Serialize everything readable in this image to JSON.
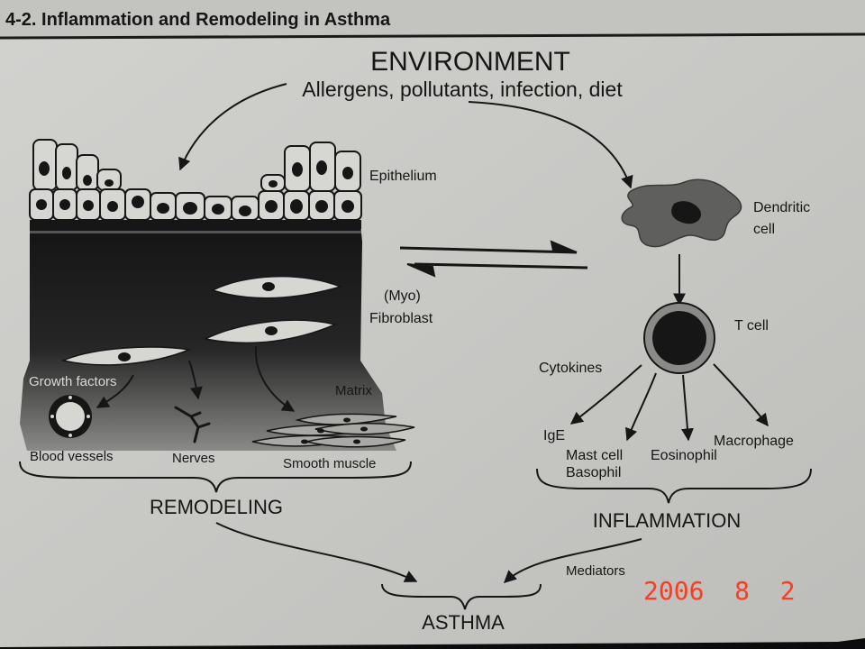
{
  "header": {
    "title": "4-2. Inflammation and Remodeling in Asthma"
  },
  "environment": {
    "title": "ENVIRONMENT",
    "subtitle": "Allergens, pollutants, infection, diet"
  },
  "labels": {
    "epithelium": "Epithelium",
    "dendritic_cell_1": "Dendritic",
    "dendritic_cell_2": "cell",
    "myo": "(Myo)",
    "fibroblast": "Fibroblast",
    "t_cell": "T cell",
    "cytokines": "Cytokines",
    "growth_factors": "Growth factors",
    "matrix": "Matrix",
    "blood_vessels": "Blood vessels",
    "nerves": "Nerves",
    "smooth_muscle": "Smooth muscle",
    "ige": "IgE",
    "mast_cell": "Mast cell",
    "basophil": "Basophil",
    "eosinophil": "Eosinophil",
    "macrophage": "Macrophage",
    "remodeling": "REMODELING",
    "inflammation": "INFLAMMATION",
    "mediators": "Mediators",
    "asthma": "ASTHMA"
  },
  "date_stamp": {
    "text": "2006  8  2",
    "color": "#ff3b1f"
  },
  "colors": {
    "paper": "#c9c9c6",
    "ink": "#161616",
    "tissue": "#2a2a2a",
    "cell_fill": "#d6d6d3"
  }
}
